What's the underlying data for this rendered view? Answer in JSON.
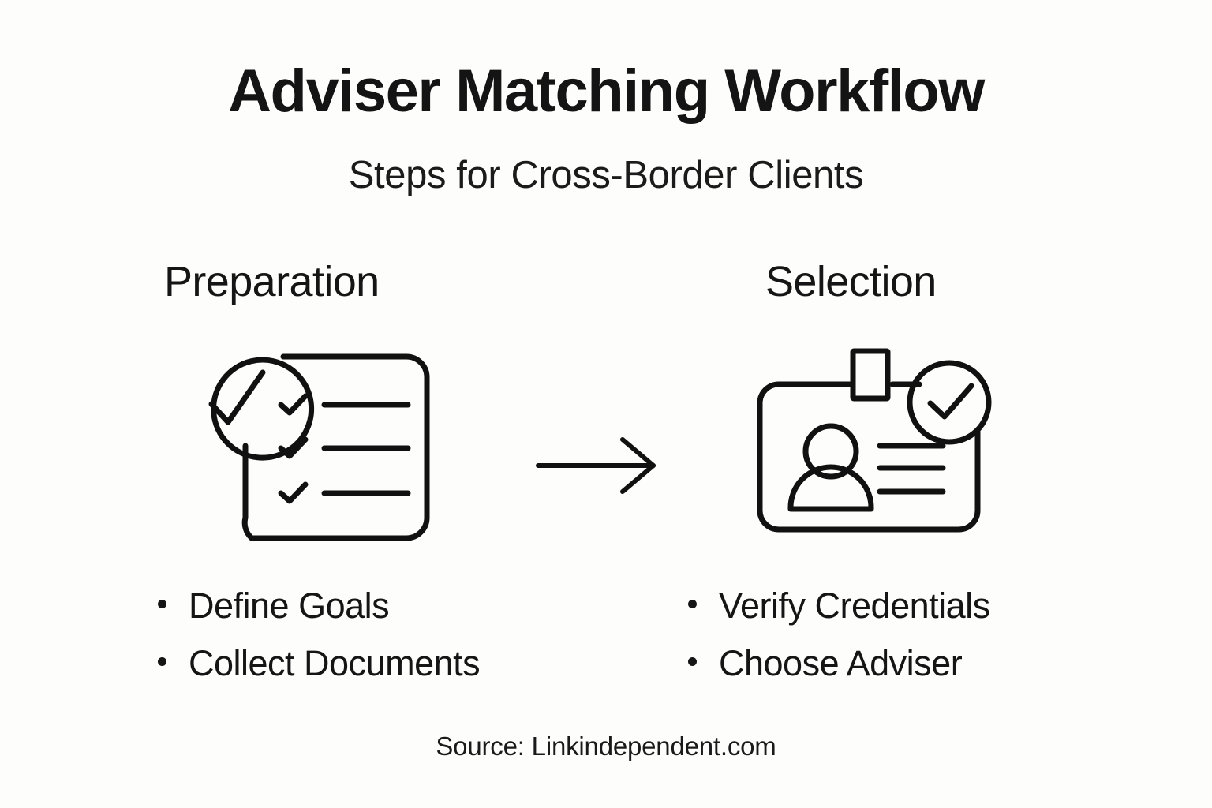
{
  "header": {
    "title": "Adviser Matching Workflow",
    "subtitle": "Steps for Cross-Border Clients"
  },
  "columns": [
    {
      "heading": "Preparation",
      "icon": "checklist-verified-icon",
      "bullets": [
        "Define Goals",
        "Collect Documents"
      ]
    },
    {
      "heading": "Selection",
      "icon": "id-badge-verified-icon",
      "bullets": [
        "Verify Credentials",
        "Choose Adviser"
      ]
    }
  ],
  "connector": {
    "icon": "arrow-right-icon"
  },
  "footer": {
    "source": "Source: Linkindependent.com"
  },
  "colors": {
    "background": "#FDFDFC",
    "ink": "#141414",
    "stroke": "#111111"
  }
}
